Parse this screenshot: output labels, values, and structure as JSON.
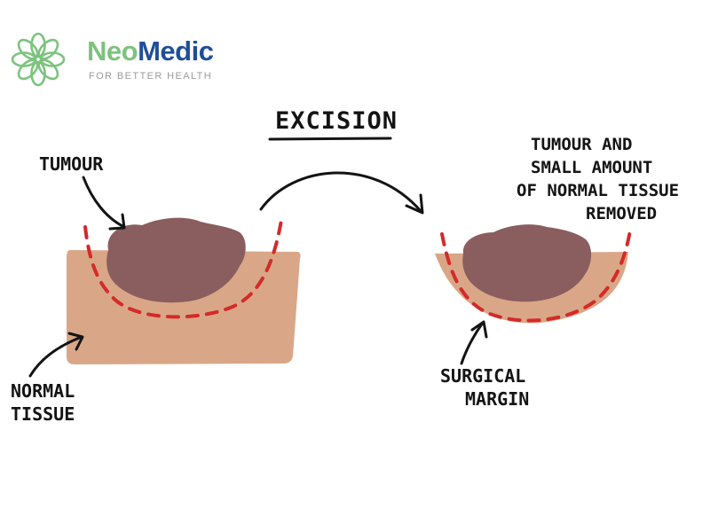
{
  "brand": {
    "name_part1": "Neo",
    "name_part2": "Medic",
    "tagline": "FOR BETTER HEALTH",
    "colors": {
      "primary_green": "#7cc37e",
      "primary_blue": "#1f4e9a",
      "tagline_gray": "#9a9a9a"
    },
    "icon": "flower-logo-icon"
  },
  "diagram": {
    "title": "EXCISION",
    "labels": {
      "tumour": "TUMOUR",
      "normal_tissue": [
        "NORMAL",
        "TISSUE"
      ],
      "removed": [
        "TUMOUR AND",
        "SMALL AMOUNT",
        "OF NORMAL TISSUE",
        "REMOVED"
      ],
      "surgical_margin": [
        "SURGICAL",
        "MARGIN"
      ]
    },
    "colors": {
      "tissue": "#d9a787",
      "tumour": "#8a5d5f",
      "margin_line": "#d42a2a",
      "ink": "#141414"
    }
  }
}
